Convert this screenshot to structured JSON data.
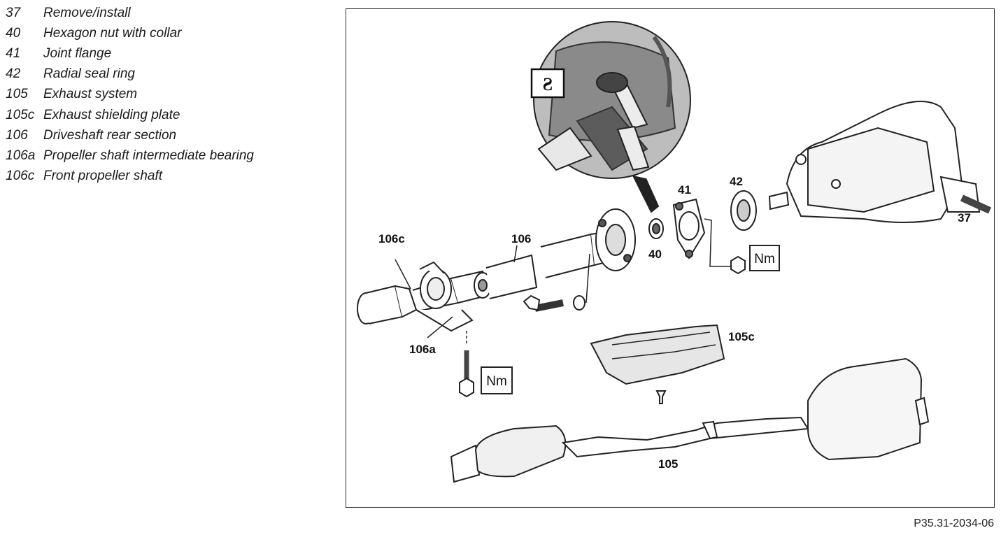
{
  "legend": [
    {
      "num": "37",
      "text": "Remove/install"
    },
    {
      "num": "40",
      "text": "Hexagon nut with collar"
    },
    {
      "num": "41",
      "text": "Joint flange"
    },
    {
      "num": "42",
      "text": "Radial seal ring"
    },
    {
      "num": "105",
      "text": "Exhaust system"
    },
    {
      "num": "105c",
      "text": "Exhaust shielding plate"
    },
    {
      "num": "106",
      "text": "Driveshaft rear section"
    },
    {
      "num": "106a",
      "text": "Propeller shaft intermediate bearing"
    },
    {
      "num": "106c",
      "text": "Front propeller shaft"
    }
  ],
  "labels": {
    "l106c": "106c",
    "l106": "106",
    "l106a": "106a",
    "l40": "40",
    "l41": "41",
    "l42": "42",
    "l37": "37",
    "l105c": "105c",
    "l105": "105"
  },
  "torque_label": "Nm",
  "tool_icon": "special-tool-symbol",
  "caption": "P35.31-2034-06"
}
